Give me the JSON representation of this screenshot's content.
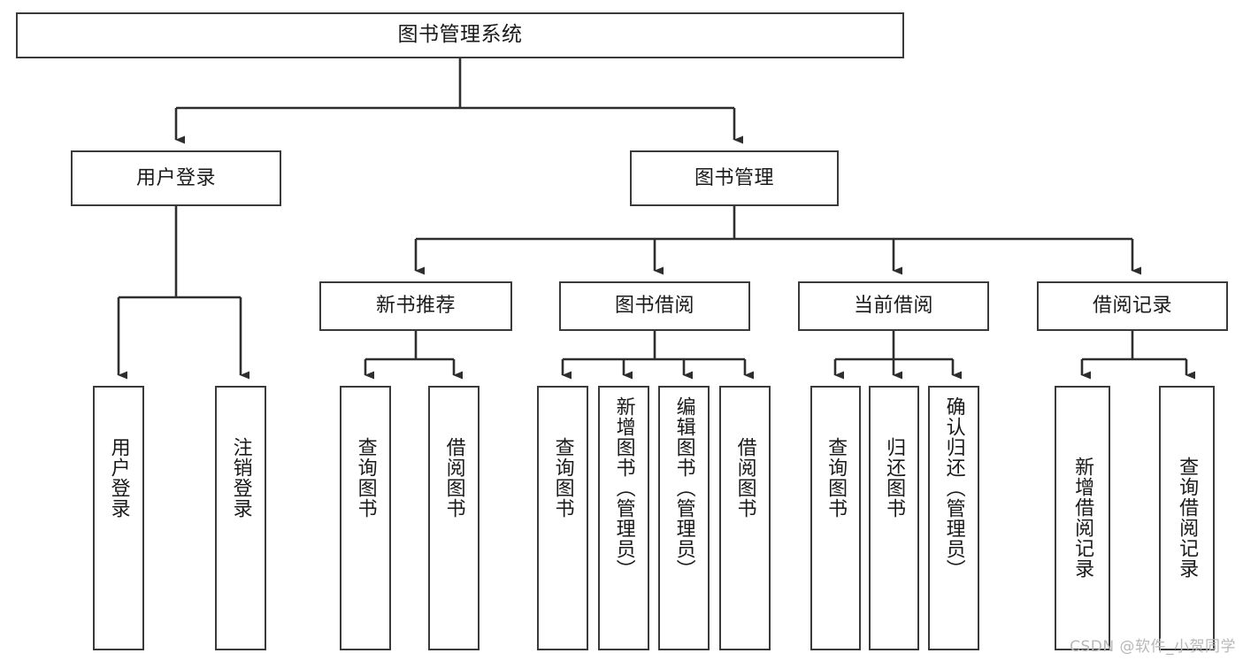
{
  "diagram": {
    "type": "tree",
    "title": "图书管理系统",
    "root": {
      "id": "root",
      "label": "图书管理系统"
    },
    "level2": [
      {
        "id": "user-login",
        "label": "用户登录"
      },
      {
        "id": "book-manage",
        "label": "图书管理"
      }
    ],
    "level3": [
      {
        "id": "new-book-recommend",
        "label": "新书推荐",
        "parent": "book-manage"
      },
      {
        "id": "book-borrow",
        "label": "图书借阅",
        "parent": "book-manage"
      },
      {
        "id": "current-borrow",
        "label": "当前借阅",
        "parent": "book-manage"
      },
      {
        "id": "borrow-record",
        "label": "借阅记录",
        "parent": "book-manage"
      }
    ],
    "leaves": [
      {
        "id": "leaf-user-login",
        "label": "用户登录",
        "parent": "user-login"
      },
      {
        "id": "leaf-user-logout",
        "label": "注销登录",
        "parent": "user-login"
      },
      {
        "id": "leaf-query-book-1",
        "label": "查询图书",
        "parent": "new-book-recommend"
      },
      {
        "id": "leaf-borrow-book-1",
        "label": "借阅图书",
        "parent": "new-book-recommend"
      },
      {
        "id": "leaf-query-book-2",
        "label": "查询图书",
        "parent": "book-borrow"
      },
      {
        "id": "leaf-add-book",
        "label": "新增图书（管理员）",
        "parent": "book-borrow"
      },
      {
        "id": "leaf-edit-book",
        "label": "编辑图书（管理员）",
        "parent": "book-borrow"
      },
      {
        "id": "leaf-borrow-book-2",
        "label": "借阅图书",
        "parent": "book-borrow"
      },
      {
        "id": "leaf-query-book-3",
        "label": "查询图书",
        "parent": "current-borrow"
      },
      {
        "id": "leaf-return-book",
        "label": "归还图书",
        "parent": "current-borrow"
      },
      {
        "id": "leaf-confirm-return",
        "label": "确认归还（管理员）",
        "parent": "current-borrow"
      },
      {
        "id": "leaf-add-record",
        "label": "新增借阅记录",
        "parent": "borrow-record"
      },
      {
        "id": "leaf-query-record",
        "label": "查询借阅记录",
        "parent": "borrow-record"
      }
    ]
  },
  "watermark": {
    "text": "CSDN @软件_小贺同学"
  },
  "colors": {
    "border": "#3a3a3a",
    "text": "#1a1a1a",
    "background": "#ffffff",
    "watermark": "#b8b8b8"
  }
}
